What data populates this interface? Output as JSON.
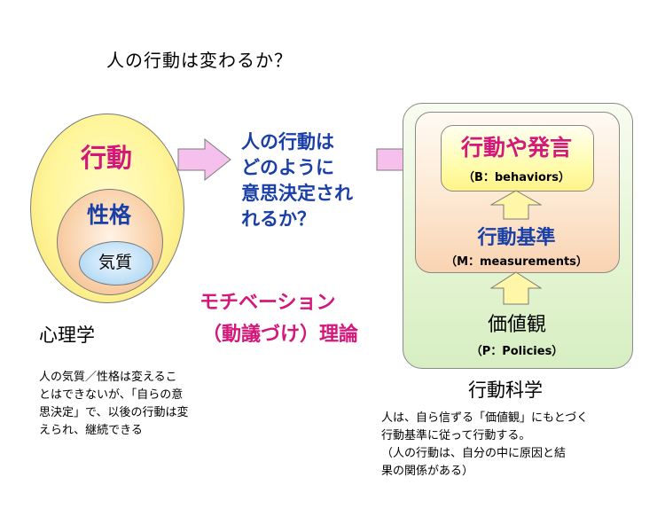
{
  "title": "人の行動は変わるか？",
  "psychology": {
    "outer_label": "行動",
    "middle_label": "性格",
    "inner_label": "気質",
    "name": "心理学",
    "description": [
      "人の気質／性格は変えるこ",
      "とはできないが、「自らの意",
      "思決定」で、以後の行動は変",
      "えられ、継続できる"
    ]
  },
  "question": [
    "人の行動は",
    "どのように",
    "意思決定され",
    "れるか？"
  ],
  "motivation": [
    "モチベーション",
    "（動議づけ）理論"
  ],
  "behavioral_science": {
    "behaviors": {
      "label": "行動や発言",
      "sub": "（B：behaviors）"
    },
    "measurements": {
      "label": "行動基準",
      "sub": "（M：measurements）"
    },
    "policies": {
      "label": "価値観",
      "sub": "（P：Policies）"
    },
    "name": "行動科学",
    "description": [
      "人は、自ら信ずる「価値観」にもとづく",
      "行動基準に従って行動する。",
      "（人の行動は、自分の中に原因と結",
      "果の関係がある）"
    ]
  },
  "colors": {
    "accent_pink": "#d4177a",
    "accent_blue": "#1a3fa6",
    "arrow_fill": "#f6c0ec"
  },
  "icons": {
    "right_arrow_1": "right-arrow-icon",
    "right_arrow_2": "right-arrow-icon",
    "up_arrow_1": "up-arrow-icon",
    "up_arrow_2": "up-arrow-icon"
  }
}
